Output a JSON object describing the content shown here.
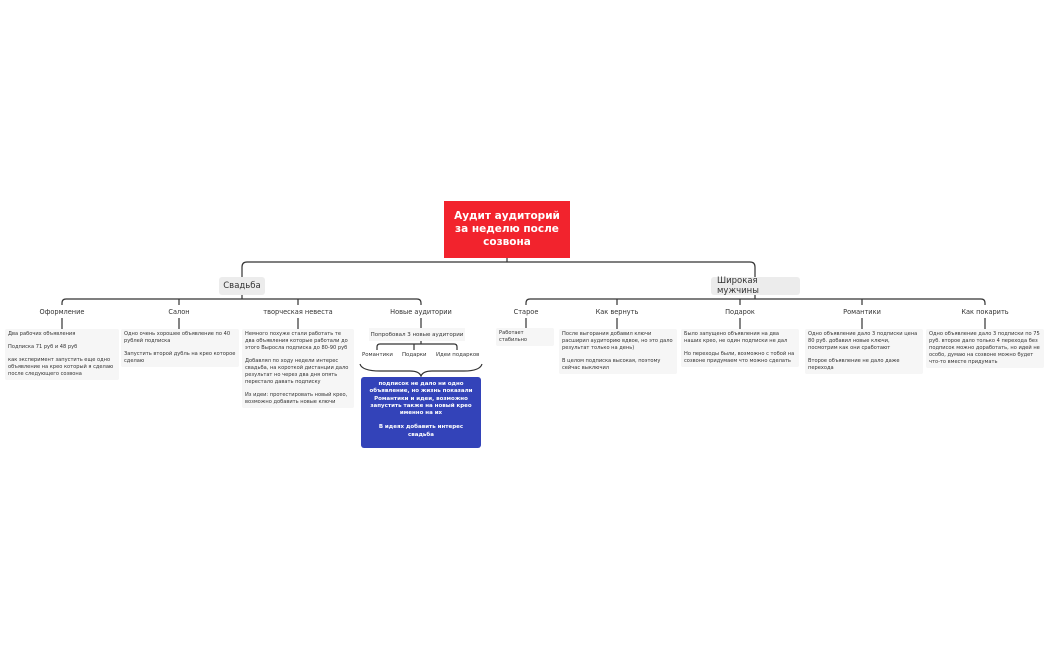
{
  "root": {
    "title": "Аудит аудиторий за неделю после созвона"
  },
  "left": {
    "label": "Свадьба",
    "children": [
      {
        "label": "Оформление",
        "notes": [
          "Два рабочих объявления",
          "Подписка 71 руб и 48 руб",
          "как эксперимент запустить еще одно объявление на крео который я сделаю после следующего созвона"
        ]
      },
      {
        "label": "Салон",
        "notes": [
          "Одно очень хорошее объявление по 40 рублей подписка",
          "Запустить второй дубль на крео которое сделаю"
        ]
      },
      {
        "label": "творческая невеста",
        "notes": [
          "Немного похуже стали работать те два объявления которые работали до этого Выросла подписка до 80-90 руб",
          "Добавлял по ходу недели интерес свадьба, на короткой дистанции дало результат но через два дня опять перестало давать подписку",
          "Из идеи: протестировать новый крео, возможно добавить новые ключи"
        ]
      },
      {
        "label": "Новые аудитории",
        "note": "Попробовал 3 новые аудитории",
        "subs": [
          "Романтики",
          "Подарки",
          "Идеи подарков"
        ],
        "summary": [
          "подписок не дало ни одно объявление, но жизнь показали Романтики и идеи, возможно запустить также на новый крео именно на их",
          "В идеях добавить интерес свадьба"
        ]
      }
    ]
  },
  "right": {
    "label": "Широкая мужчины",
    "children": [
      {
        "label": "Старое",
        "notes": [
          "Работает стабильно"
        ]
      },
      {
        "label": "Как вернуть",
        "notes": [
          "После выгорания добавил ключи расширил аудиторию вдвое, но это дало результат только на день)",
          "В целом подписка высокая, поэтому сейчас выключил"
        ]
      },
      {
        "label": "Подарок",
        "notes": [
          "Было запущено объявления на два наших крео, не один подписки не дал",
          "Но переходы были, возможно с тобой на созвоне придумаем что можно сделать"
        ]
      },
      {
        "label": "Романтики",
        "notes": [
          "Одно объявление дало 3 подписки цена 80 руб. добавил новые ключи, посмотрим как они сработают",
          "Второе объявление не дало даже перехода"
        ]
      },
      {
        "label": "Как покарить",
        "notes": [
          "Одно объявление дало 3 подписки по 75 руб. второе дало только 4 перехода без подписок можно доработать, но идей не особо, думаю на созвоне можно будет что-то вместе придумать"
        ]
      }
    ]
  },
  "colors": {
    "root": "#f2232d",
    "summary": "#3343b9",
    "line": "#333333",
    "main_bg": "#ececec",
    "leaf_bg": "#f6f6f6"
  }
}
